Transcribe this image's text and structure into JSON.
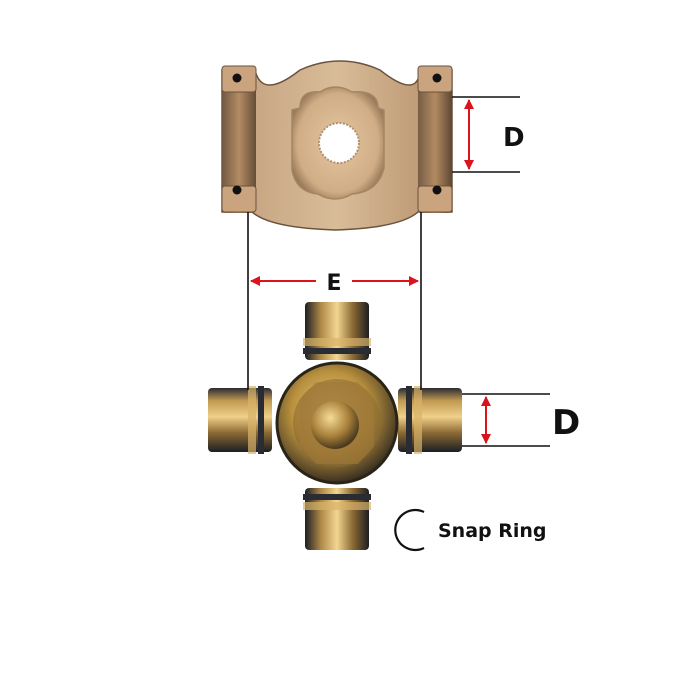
{
  "labels": {
    "yoke_dimension": "D",
    "span_dimension": "E",
    "cap_dimension": "D",
    "snap_ring": "Snap Ring"
  },
  "colors": {
    "dimension_arrow": "#d9141c",
    "dimension_line": "#111111",
    "yoke_bronze": "#c9a882",
    "cap_gold": "#b8924a",
    "cap_dark": "#1f2229"
  }
}
